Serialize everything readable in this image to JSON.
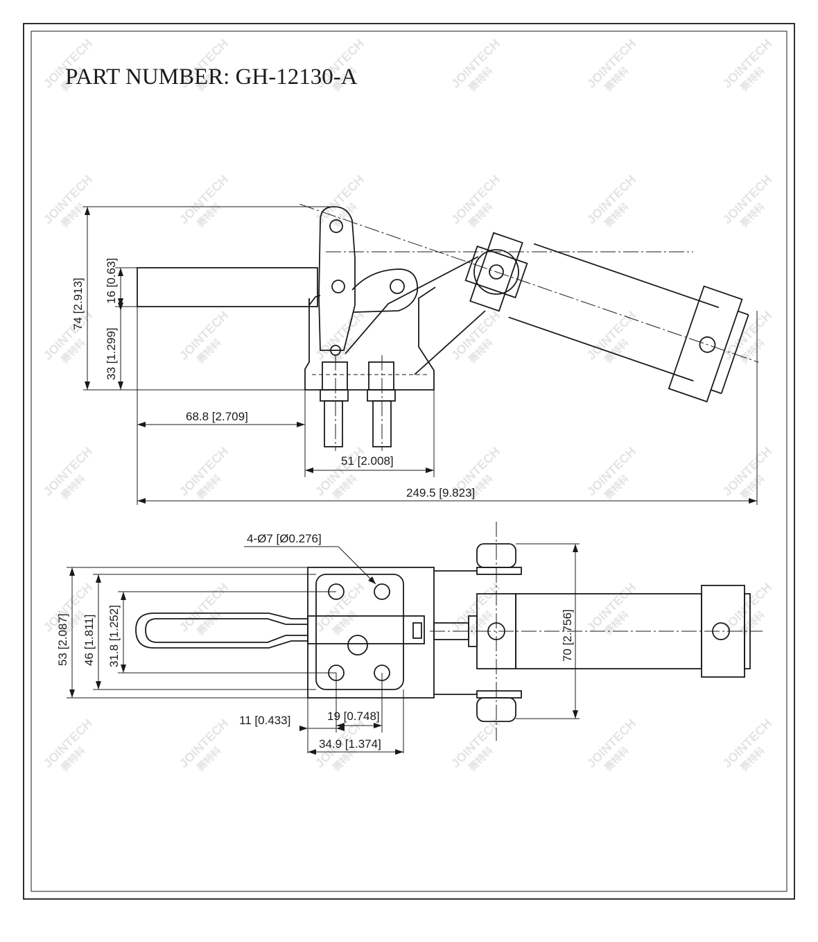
{
  "title": "PART NUMBER:  GH-12130-A",
  "watermark": {
    "brand": "JOINTECH",
    "brand_cn": "赛特科"
  },
  "dimensions": {
    "height_total": "74 [2.913]",
    "height_handle": "16 [0.63]",
    "height_base": "33 [1.299]",
    "handle_offset": "68.8 [2.709]",
    "base_length": "51 [2.008]",
    "overall_length": "249.5 [9.823]",
    "holes": "4-Ø7 [Ø0.276]",
    "width_53": "53 [2.087]",
    "width_46": "46 [1.811]",
    "width_31": "31.8 [1.252]",
    "offset_11": "11 [0.433]",
    "spacing_19": "19 [0.748]",
    "spacing_34": "34.9 [1.374]",
    "width_70": "70 [2.756]"
  },
  "colors": {
    "line": "#1a1a1a",
    "background": "#ffffff",
    "watermark": "#e4e4e4"
  }
}
